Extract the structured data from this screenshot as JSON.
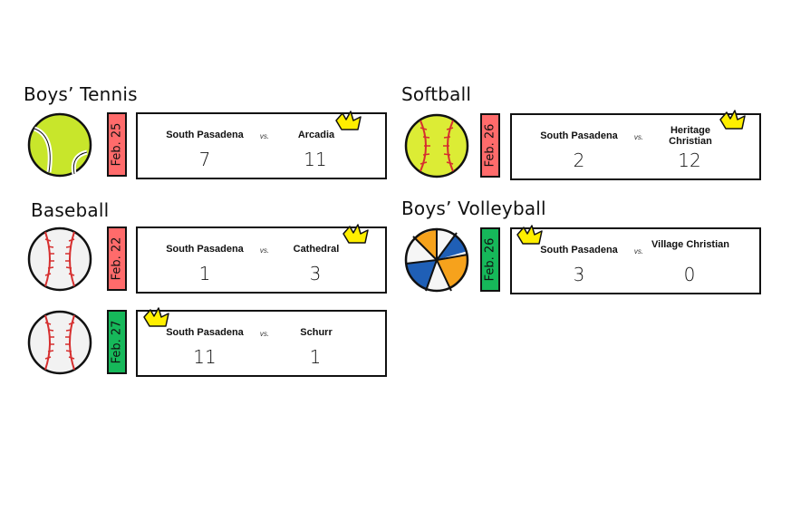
{
  "sections": {
    "tennis": {
      "title": "Boys’ Tennis",
      "games": [
        {
          "date": "Feb. 25",
          "home": "South Pasadena",
          "away": "Arcadia",
          "vs": "vs.",
          "home_score": "7",
          "away_score": "11",
          "result": "loss",
          "ball_icon": "tennis-ball-icon"
        }
      ]
    },
    "baseball": {
      "title": "Baseball",
      "games": [
        {
          "date": "Feb. 22",
          "home": "South Pasadena",
          "away": "Cathedral",
          "vs": "vs.",
          "home_score": "1",
          "away_score": "3",
          "result": "loss",
          "ball_icon": "baseball-icon"
        },
        {
          "date": "Feb. 27",
          "home": "South Pasadena",
          "away": "Schurr",
          "vs": "vs.",
          "home_score": "11",
          "away_score": "1",
          "result": "win",
          "ball_icon": "baseball-icon"
        }
      ]
    },
    "softball": {
      "title": "Softball",
      "games": [
        {
          "date": "Feb. 26",
          "home": "South Pasadena",
          "away": "Heritage Christian",
          "vs": "vs.",
          "home_score": "2",
          "away_score": "12",
          "result": "loss",
          "ball_icon": "softball-icon"
        }
      ]
    },
    "volleyball": {
      "title": "Boys’ Volleyball",
      "games": [
        {
          "date": "Feb. 26",
          "home": "South Pasadena",
          "away": "Village Christian",
          "vs": "vs.",
          "home_score": "3",
          "away_score": "0",
          "result": "win",
          "ball_icon": "volleyball-icon"
        }
      ]
    }
  },
  "colors": {
    "loss": "#ff6b6b",
    "win": "#16b85a",
    "crown": "#ffef00",
    "tennis_ball": "#c8e62b",
    "softball": "#dcec35",
    "volleyball_blue": "#1f5fb6",
    "volleyball_orange": "#f6a21c"
  },
  "icons": {
    "winner_marker": "crown-icon"
  }
}
